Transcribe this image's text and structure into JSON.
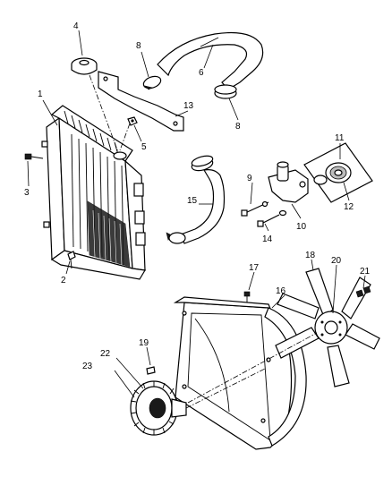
{
  "callouts": [
    {
      "id": "1",
      "label": "1"
    },
    {
      "id": "2",
      "label": "2"
    },
    {
      "id": "3",
      "label": "3"
    },
    {
      "id": "4",
      "label": "4"
    },
    {
      "id": "5",
      "label": "5"
    },
    {
      "id": "6",
      "label": "6"
    },
    {
      "id": "8a",
      "label": "8"
    },
    {
      "id": "8b",
      "label": "8"
    },
    {
      "id": "9",
      "label": "9"
    },
    {
      "id": "10",
      "label": "10"
    },
    {
      "id": "11",
      "label": "11"
    },
    {
      "id": "12",
      "label": "12"
    },
    {
      "id": "13",
      "label": "13"
    },
    {
      "id": "14",
      "label": "14"
    },
    {
      "id": "15",
      "label": "15"
    },
    {
      "id": "16",
      "label": "16"
    },
    {
      "id": "17",
      "label": "17"
    },
    {
      "id": "18",
      "label": "18"
    },
    {
      "id": "19",
      "label": "19"
    },
    {
      "id": "20",
      "label": "20"
    },
    {
      "id": "21",
      "label": "21"
    },
    {
      "id": "22",
      "label": "22"
    },
    {
      "id": "23",
      "label": "23"
    }
  ]
}
